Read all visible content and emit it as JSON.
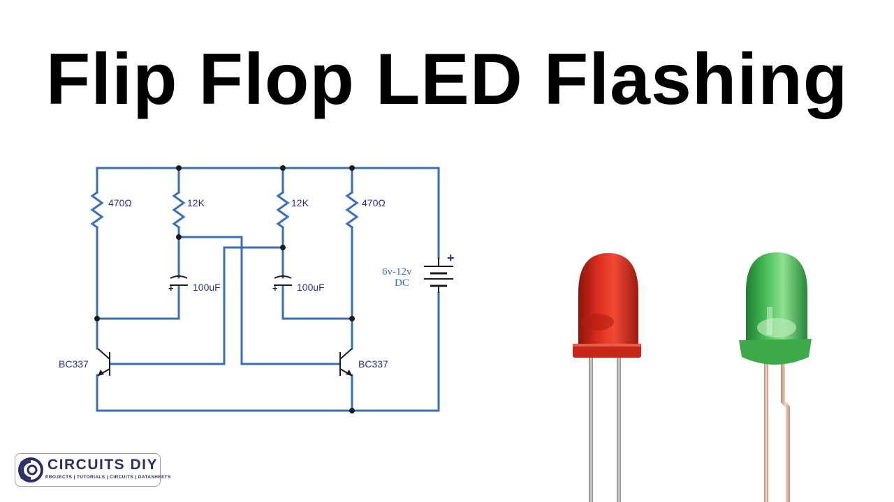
{
  "title": "Flip Flop LED Flashing",
  "circuit": {
    "resistor_left": "470Ω",
    "resistor_mid_left": "12K",
    "resistor_mid_right": "12K",
    "resistor_right": "470Ω",
    "capacitor_left": "100uF",
    "capacitor_right": "100uF",
    "transistor_left": "BC337",
    "transistor_right": "BC337",
    "supply_voltage": "6v-12v",
    "supply_type": "DC",
    "plus_sign": "+",
    "wire_color": "#3a6fb7",
    "label_color": "#2a2f86"
  },
  "leds": {
    "red_color": "#d42a1c",
    "green_color": "#3fb04d"
  },
  "logo": {
    "name": "CIRCUITS DIY",
    "tagline": "PROJECTS | TUTORIALS | CIRCUITS | DATASHEETS",
    "brand_color": "#2b2f63"
  }
}
